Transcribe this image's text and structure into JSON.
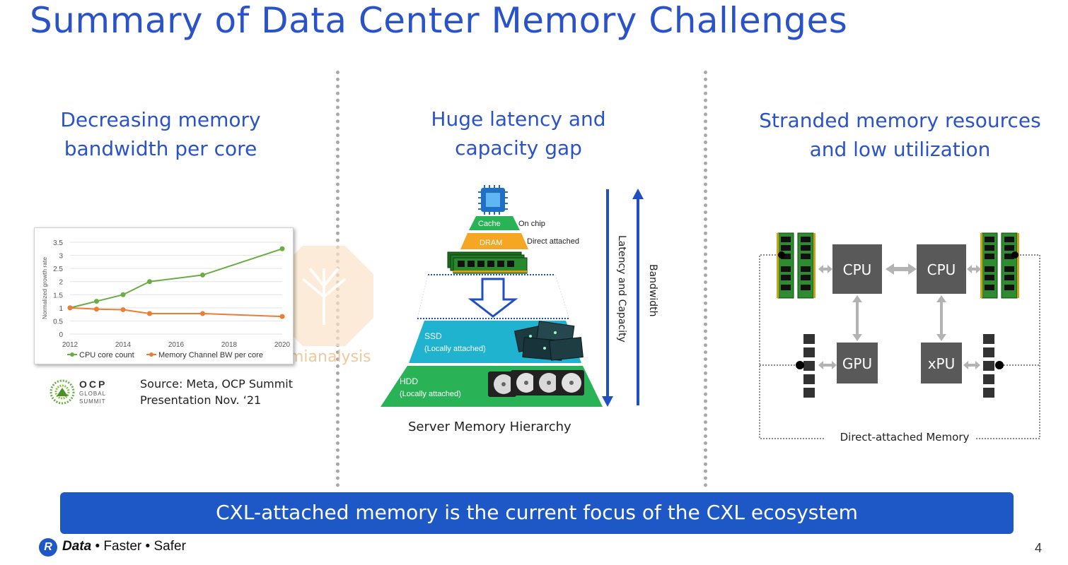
{
  "slide": {
    "title": "Summary of Data Center Memory Challenges",
    "page_number": "4"
  },
  "left": {
    "heading_line1": "Decreasing memory",
    "heading_line2": "bandwidth per core",
    "source_line1": "Source: Meta, OCP Summit",
    "source_line2": "Presentation Nov. ‘21",
    "ocp_logo_text1": "OCP",
    "ocp_logo_text2": "GLOBAL",
    "ocp_logo_text3": "SUMMIT",
    "watermark": "semianalysis"
  },
  "chart_data": {
    "type": "line",
    "ylabel": "Normalized growth rate",
    "ylim": [
      0,
      3.5
    ],
    "yticks": [
      "0",
      "0.5",
      "1",
      "1.5",
      "2",
      "2.5",
      "3",
      "3.5"
    ],
    "xlim": [
      2012,
      2020
    ],
    "xticks": [
      "2012",
      "2014",
      "2016",
      "2018",
      "2020"
    ],
    "grid": true,
    "legend_position": "bottom",
    "series": [
      {
        "name": "CPU core count",
        "color": "#6aad45",
        "x": [
          2012,
          2013,
          2014,
          2015,
          2017,
          2020
        ],
        "y": [
          1.0,
          1.25,
          1.5,
          2.0,
          2.25,
          3.25
        ]
      },
      {
        "name": "Memory Channel BW per core",
        "color": "#ed7d31",
        "x": [
          2012,
          2013,
          2014,
          2015,
          2017,
          2020
        ],
        "y": [
          1.0,
          0.95,
          0.93,
          0.78,
          0.78,
          0.67
        ]
      }
    ]
  },
  "middle": {
    "heading_line1": "Huge latency and",
    "heading_line2": "capacity gap",
    "cache_label": "Cache",
    "cache_note": "On chip",
    "dram_label": "DRAM",
    "dram_note": "Direct attached",
    "ssd_label": "SSD",
    "ssd_note": "(Locally attached)",
    "hdd_label": "HDD",
    "hdd_note": "(Locally attached)",
    "latency_label": "Latency and Capacity",
    "bandwidth_label": "Bandwidth",
    "caption": "Server Memory Hierarchy"
  },
  "right": {
    "heading_line1": "Stranded memory resources",
    "heading_line2": "and low utilization",
    "cpu1": "CPU",
    "cpu2": "CPU",
    "gpu": "GPU",
    "xpu": "xPU",
    "memory_label": "Direct-attached Memory"
  },
  "banner": {
    "text": "CXL-attached memory is the current focus of the CXL ecosystem"
  },
  "footer": {
    "logo_letter": "R",
    "brand": "Data",
    "sep1": " • ",
    "word2": "Faster",
    "sep2": " • ",
    "word3": "Safer"
  },
  "colors": {
    "accent": "#2a52c9",
    "banner": "#1e58c6",
    "cpu_line": "#6aad45",
    "bw_line": "#ed7d31",
    "cache": "#2ab356",
    "dram": "#f5a623",
    "ssd": "#1fb3cf",
    "hdd": "#2ab356",
    "arrows": "#1f4fc2",
    "boxes": "#595959"
  }
}
